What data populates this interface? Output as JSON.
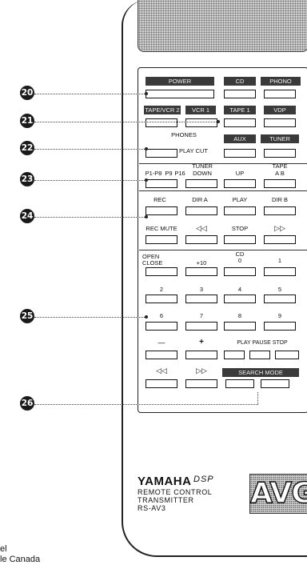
{
  "callouts": [
    "20",
    "21",
    "22",
    "23",
    "24",
    "25",
    "26"
  ],
  "rows": {
    "r1": {
      "labels": [
        "POWER",
        "CD",
        "PHONO"
      ]
    },
    "r2": {
      "labels": [
        "TAPE/VCR 2",
        "VCR 1",
        "TAPE 1",
        "VDP"
      ]
    },
    "r3": {
      "labels": [
        "PHONES",
        "PLAY CUT",
        "AUX",
        "TUNER"
      ]
    },
    "r4": {
      "labels": [
        "P1-P8",
        "P9",
        "P16",
        "TUNER",
        "DOWN",
        "UP",
        "TAPE",
        "A B"
      ]
    },
    "r5": {
      "labels": [
        "REC",
        "DIR A",
        "PLAY",
        "DIR B"
      ]
    },
    "r6": {
      "labels": [
        "REC MUTE",
        "◁◁",
        "STOP",
        "▷▷"
      ]
    },
    "r7": {
      "labels": [
        "OPEN",
        "CLOSE",
        "+10",
        "CD",
        "0",
        "1"
      ]
    },
    "r8": {
      "labels": [
        "2",
        "3",
        "4",
        "5"
      ]
    },
    "r9": {
      "labels": [
        "6",
        "7",
        "8",
        "9"
      ]
    },
    "r10": {
      "labels": [
        "—",
        "+",
        "PLAY PAUSE STOP"
      ]
    },
    "r11": {
      "labels": [
        "◁◁",
        "▷▷",
        "SEARCH MODE"
      ]
    }
  },
  "brand": {
    "name": "YAMAHA",
    "logo": "DSP",
    "line1": "REMOTE CONTROL",
    "line2": "TRANSMITTER",
    "line3": "RS-AV3",
    "badge": "AVG"
  },
  "caption": {
    "line1": "el",
    "line2": "le Canada"
  }
}
